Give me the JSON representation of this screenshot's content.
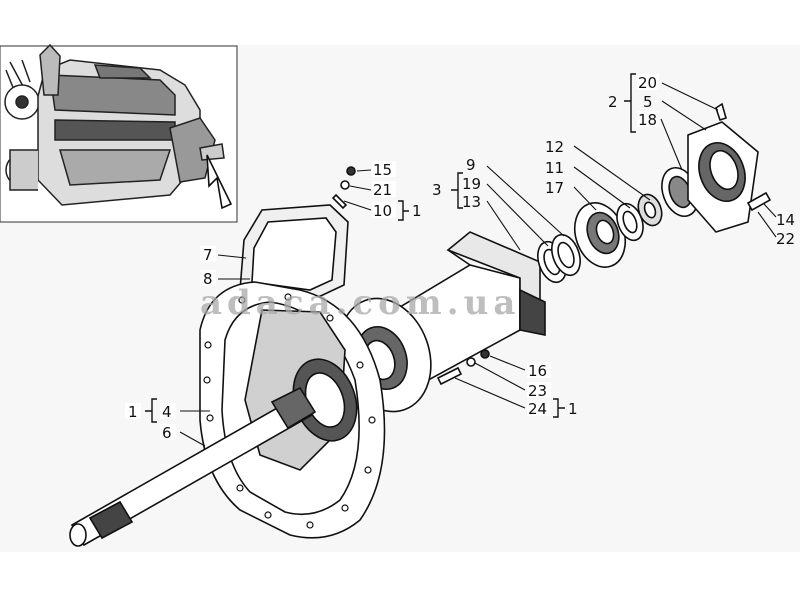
{
  "watermark": "adaca.com.ua",
  "callouts": {
    "n20": "20",
    "n5": "5",
    "n18": "18",
    "n2": "2",
    "n12": "12",
    "n11": "11",
    "n17": "17",
    "n9": "9",
    "n19": "19",
    "n13": "13",
    "n3": "3",
    "n15": "15",
    "n21": "21",
    "n10": "10",
    "n1a": "1",
    "n7": "7",
    "n8": "8",
    "n14": "14",
    "n22": "22",
    "n16": "16",
    "n23": "23",
    "n24": "24",
    "n1b": "1",
    "n1c": "1",
    "n4": "4",
    "n6": "6"
  }
}
